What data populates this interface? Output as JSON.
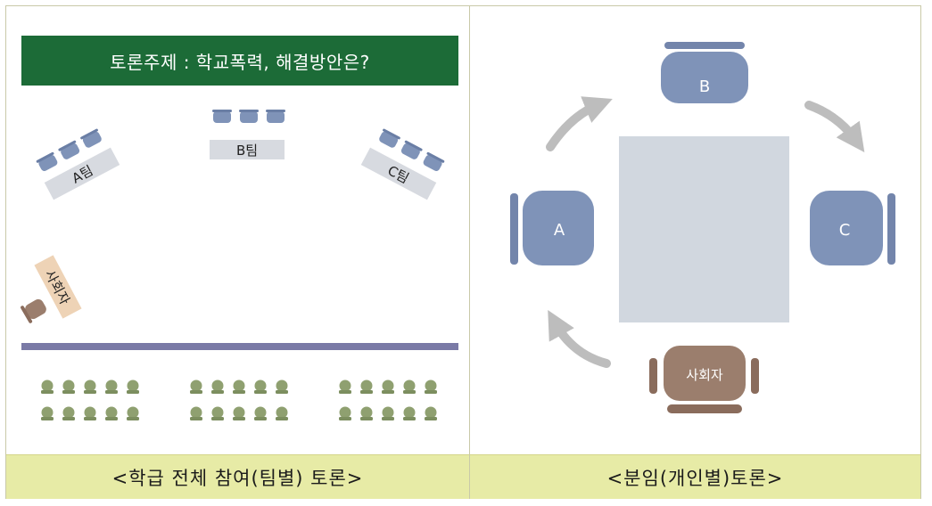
{
  "left_panel": {
    "topic": "토론주제 : 학교폭력, 해결방안은?",
    "teams": {
      "a": "A팀",
      "b": "B팀",
      "c": "C팀"
    },
    "moderator": "사회자",
    "caption": "<학급 전체 참여(팀별) 토론>"
  },
  "right_panel": {
    "seats": {
      "a": "A",
      "b": "B",
      "c": "C"
    },
    "moderator": "사회자",
    "caption": "<분임(개인별)토론>"
  },
  "colors": {
    "topic_bg": "#1c6b37",
    "caption_bg": "#e7eba6",
    "team_chair": "#7f93b8",
    "team_label_bg": "#d7dae0",
    "moderator_label_bg": "#eed3b6",
    "moderator_chair": "#9b7e6d",
    "audience": "#8fa070",
    "stage_bar": "#7a7aa6",
    "table": "#d1d7df",
    "arrow": "#bdbdbd"
  }
}
